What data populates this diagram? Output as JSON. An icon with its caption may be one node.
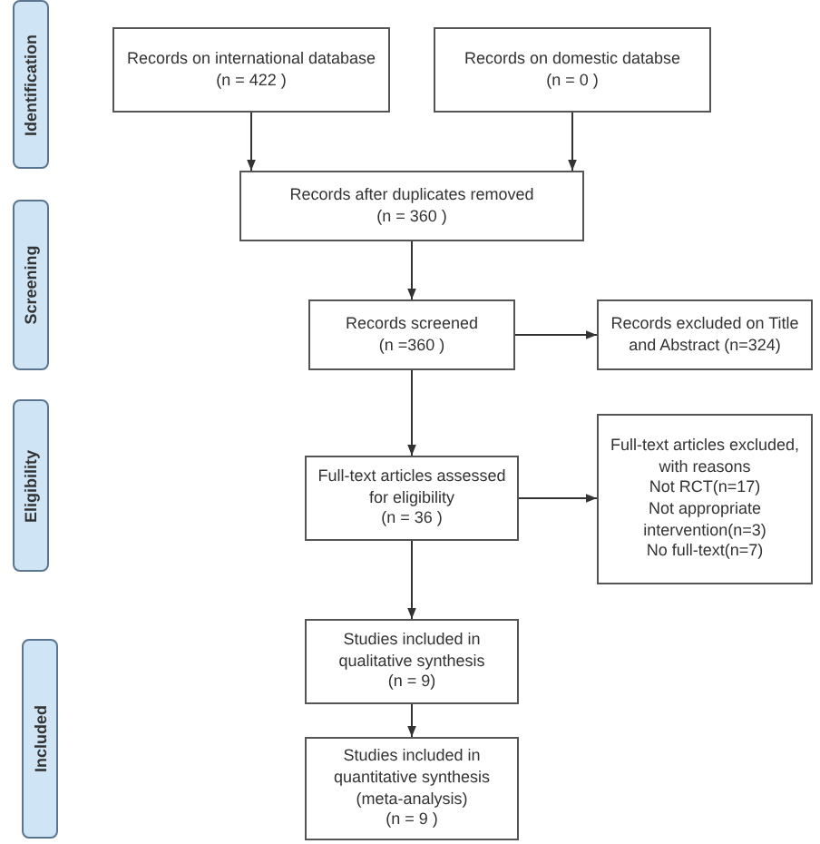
{
  "diagram": {
    "nodes": [
      {
        "text": [
          "Identification"
        ]
      },
      {
        "text": [
          "Screening"
        ]
      },
      {
        "text": [
          "Eligibility"
        ]
      },
      {
        "text": [
          "Included"
        ]
      },
      {
        "text": [
          "Records on international database",
          "(n = 422 )"
        ]
      },
      {
        "text": [
          "Records on domestic databse",
          "(n = 0 )"
        ]
      },
      {
        "text": [
          "Records after duplicates removed",
          "(n = 360 )"
        ]
      },
      {
        "text": [
          "Records screened",
          "(n =360 )"
        ]
      },
      {
        "text": [
          "Records excluded on Title and Abstract (n=324)"
        ]
      },
      {
        "text": [
          "Full-text articles assessed for eligibility",
          "(n =  36 )"
        ]
      },
      {
        "text": [
          "Full-text articles excluded, with reasons",
          "Not RCT(n=17)",
          "Not appropriate intervention(n=3)",
          "No full-text(n=7)"
        ]
      },
      {
        "text": [
          "Studies included in qualitative synthesis",
          "(n =  9)"
        ]
      },
      {
        "text": [
          "Studies included in quantitative synthesis (meta-analysis)",
          "(n = 9  )"
        ]
      }
    ],
    "edges": [
      {
        "from": 4,
        "to": 6,
        "arrow": "to"
      },
      {
        "from": 5,
        "to": 6,
        "arrow": "to"
      },
      {
        "from": 6,
        "to": 7,
        "arrow": "to"
      },
      {
        "from": 7,
        "to": 8,
        "arrow": "to"
      },
      {
        "from": 7,
        "to": 9,
        "arrow": "to"
      },
      {
        "from": 9,
        "to": 10,
        "arrow": "to"
      },
      {
        "from": 9,
        "to": 11,
        "arrow": "to"
      },
      {
        "from": 11,
        "to": 12,
        "arrow": "to"
      }
    ]
  }
}
